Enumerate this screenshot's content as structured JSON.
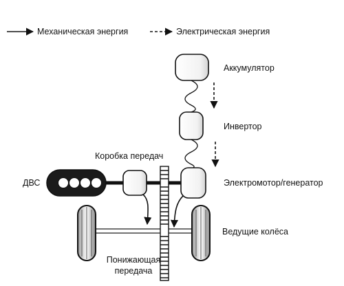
{
  "legend": {
    "mechanical_label": "Механическая энергия",
    "electrical_label": "Электрическая энергия"
  },
  "labels": {
    "battery": "Аккумулятор",
    "inverter": "Инвертор",
    "gearbox": "Коробка передач",
    "motor_generator": "Электромотор/генератор",
    "engine": "ДВС",
    "driving_wheels": "Ведущие колёса",
    "reduction_gear_line1": "Понижающая",
    "reduction_gear_line2": "передача"
  }
}
